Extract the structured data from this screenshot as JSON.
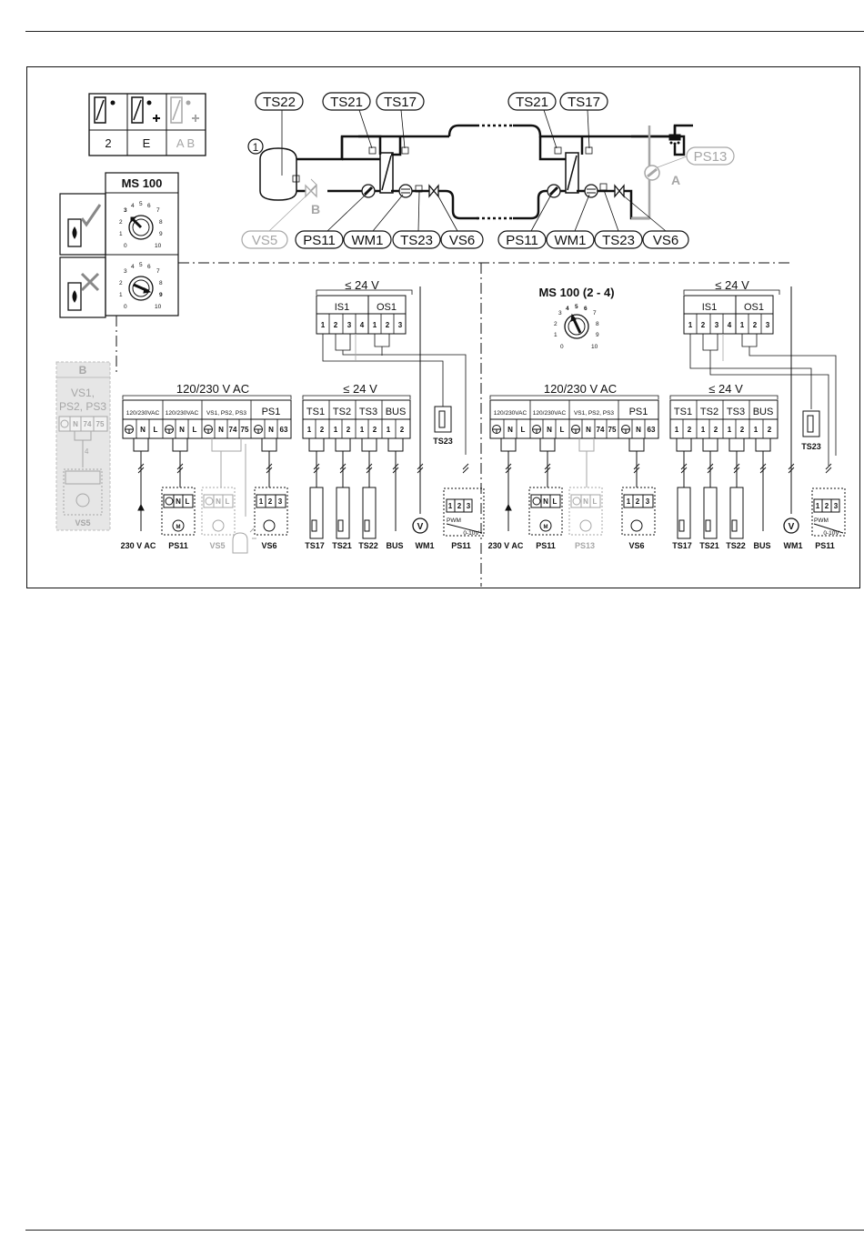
{
  "selector": {
    "row": [
      "2",
      "E",
      "A B"
    ]
  },
  "module": {
    "title": "MS 100",
    "dial_digits_a": [
      "3",
      "4",
      "5",
      "6",
      "7",
      "2",
      "8",
      "1",
      "9",
      "0",
      "10"
    ],
    "dial_digits_b": [
      "3",
      "4",
      "5",
      "6",
      "7",
      "2",
      "8",
      "1",
      "9",
      "0",
      "10"
    ]
  },
  "module2": {
    "title": "MS 100 (2 - 4)",
    "dial_digits": [
      "3",
      "4",
      "5",
      "6",
      "7",
      "2",
      "8",
      "1",
      "9",
      "0",
      "10"
    ]
  },
  "hydraulic": {
    "tags_top": [
      "TS22",
      "TS21",
      "TS17",
      "TS21",
      "TS17"
    ],
    "tags_bottom_left": [
      "VS5",
      "PS11",
      "WM1",
      "TS23",
      "VS6"
    ],
    "tags_bottom_right": [
      "PS11",
      "WM1",
      "TS23",
      "VS6"
    ],
    "tag_ps13": "PS13",
    "callout_1": "1",
    "label_a": "A",
    "label_b": "B"
  },
  "box_b": {
    "title": "B",
    "lines": [
      "VS1,",
      "PS2, PS3"
    ],
    "terminals": [
      "N",
      "74",
      "75"
    ],
    "footer": "VS5",
    "num": "4"
  },
  "left": {
    "v24_top": "≤ 24 V",
    "is1": "IS1",
    "os1": "OS1",
    "is1_t": [
      "1",
      "2",
      "3",
      "4"
    ],
    "os1_t": [
      "1",
      "2",
      "3"
    ],
    "ac_header": "120/230 V AC",
    "v24_mid": "≤ 24 V",
    "sub1": "120/230VAC",
    "sub2": "120/230VAC",
    "sub3": "VS1, PS2, PS3",
    "sub4": "PS1",
    "t1": [
      "N",
      "L"
    ],
    "t2": [
      "N",
      "L"
    ],
    "t3": [
      "N",
      "74",
      "75"
    ],
    "t4": [
      "N",
      "63"
    ],
    "ts": [
      "TS1",
      "TS2",
      "TS3",
      "BUS"
    ],
    "ts_t": [
      "1",
      "2",
      "1",
      "2",
      "1",
      "2",
      "1",
      "2"
    ],
    "bottom": [
      "230 V AC",
      "PS11",
      "VS5",
      "VS6",
      "TS17",
      "TS21",
      "TS22",
      "BUS",
      "WM1",
      "PS11"
    ],
    "ts23": "TS23",
    "pwm": "PWM",
    "pwm_range": "0-10V",
    "pwm_t": [
      "1",
      "2",
      "3"
    ],
    "motor_t": [
      "N",
      "L"
    ],
    "vs6_t": [
      "1",
      "2",
      "3"
    ],
    "m": "M",
    "v": "V"
  },
  "right": {
    "v24_top": "≤ 24 V",
    "is1": "IS1",
    "os1": "OS1",
    "is1_t": [
      "1",
      "2",
      "3",
      "4"
    ],
    "os1_t": [
      "1",
      "2",
      "3"
    ],
    "ac_header": "120/230 V AC",
    "v24_mid": "≤ 24 V",
    "sub1": "120/230VAC",
    "sub2": "120/230VAC",
    "sub3": "VS1, PS2, PS3",
    "sub4": "PS1",
    "t1": [
      "N",
      "L"
    ],
    "t2": [
      "N",
      "L"
    ],
    "t3": [
      "N",
      "74",
      "75"
    ],
    "t4": [
      "N",
      "63"
    ],
    "ts": [
      "TS1",
      "TS2",
      "TS3",
      "BUS"
    ],
    "ts_t": [
      "1",
      "2",
      "1",
      "2",
      "1",
      "2",
      "1",
      "2"
    ],
    "bottom": [
      "230 V AC",
      "PS11",
      "PS13",
      "VS6",
      "TS17",
      "TS21",
      "TS22",
      "BUS",
      "WM1",
      "PS11"
    ],
    "ts23": "TS23",
    "pwm": "PWM",
    "pwm_range": "0-10V",
    "pwm_t": [
      "1",
      "2",
      "3"
    ],
    "motor_t": [
      "N",
      "L"
    ],
    "vs6_t": [
      "1",
      "2",
      "3"
    ],
    "m": "M",
    "v": "V"
  }
}
